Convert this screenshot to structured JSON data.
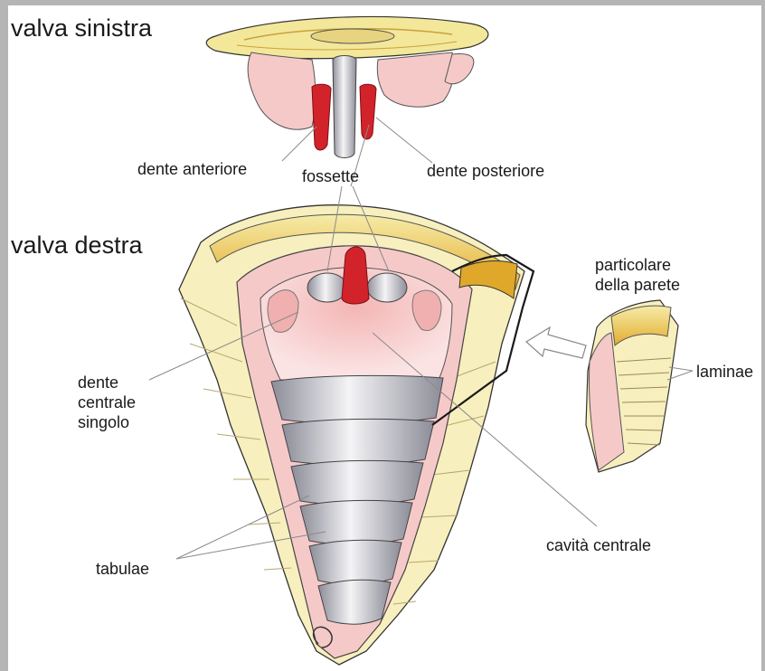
{
  "labels": {
    "valva_sinistra": "valva sinistra",
    "valva_destra": "valva destra",
    "dente_anteriore": "dente anteriore",
    "fossette": "fossette",
    "dente_posteriore": "dente posteriore",
    "particolare_della_parete": "particolare\ndella parete",
    "laminae": "laminae",
    "dente_centrale_singolo": "dente\ncentrale\nsingolo",
    "tabulae": "tabulae",
    "cavita_centrale": "cavità centrale"
  },
  "colors": {
    "frame": "#b5b5b5",
    "shell_yellow": "#f3e79a",
    "shell_gold": "#e0a82a",
    "pink": "#f6c9c9",
    "pink_light": "#f9dede",
    "red_tooth": "#d2232a",
    "gray_tabula": "#9a9aa6",
    "outline": "#333333",
    "leader": "#8a8a8a"
  }
}
